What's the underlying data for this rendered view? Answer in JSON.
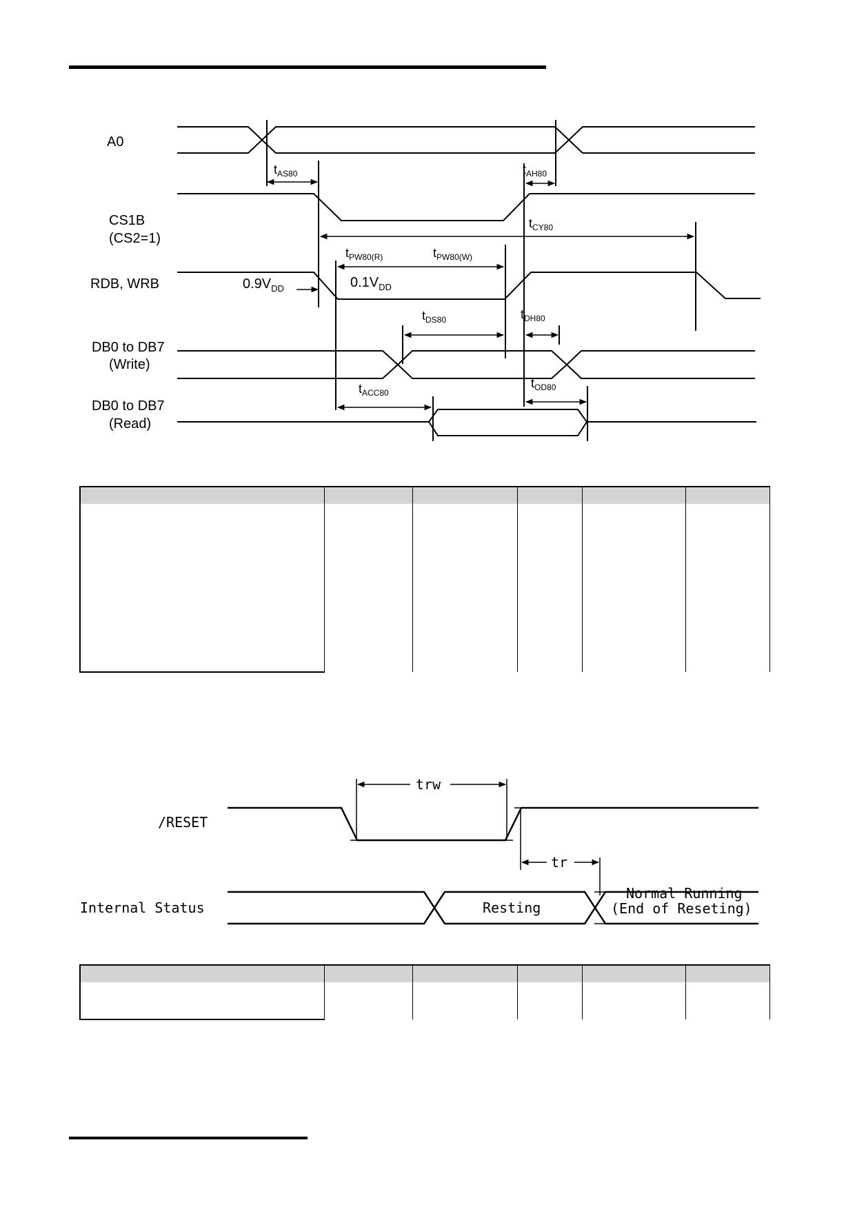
{
  "timing_80": {
    "signals": {
      "a0": "A0",
      "cs1b": "CS1B",
      "cs2": "(CS2=1)",
      "rdb_wrb": "RDB, WRB",
      "db_write_1": "DB0 to DB7",
      "db_write_2": "(Write)",
      "db_read_1": "DB0 to DB7",
      "db_read_2": "(Read)"
    },
    "labels": {
      "tas80": {
        "main": "t",
        "sub": "AS80"
      },
      "tah80": {
        "main": "t",
        "sub": "AH80"
      },
      "tcy80": {
        "main": "t",
        "sub": "CY80"
      },
      "tpw80r": {
        "main": "t",
        "sub": "PW80(R)"
      },
      "tpw80w": {
        "main": "t",
        "sub": "PW80(W)"
      },
      "v09": {
        "main": "0.9V",
        "sub": "DD"
      },
      "v01": {
        "main": "0.1V",
        "sub": "DD"
      },
      "tds80": {
        "main": "t",
        "sub": "DS80"
      },
      "tdh80": {
        "main": "t",
        "sub": "DH80"
      },
      "tacc80": {
        "main": "t",
        "sub": "ACC80"
      },
      "tod80": {
        "main": "t",
        "sub": "OD80"
      }
    }
  },
  "table_1": {
    "columns": [
      "",
      "",
      "",
      "",
      "",
      ""
    ],
    "rows": [
      [
        "",
        "",
        "",
        "",
        "",
        ""
      ]
    ]
  },
  "reset_timing": {
    "signals": {
      "reset": "/RESET",
      "internal_status": "Internal Status"
    },
    "labels": {
      "trw": "trw",
      "tr": "tr",
      "resting": "Resting",
      "normal_running": "Normal Running",
      "end_of_reseting": "(End of Reseting)"
    }
  },
  "table_2": {
    "columns": [
      "",
      "",
      "",
      "",
      "",
      ""
    ],
    "rows": [
      [
        "",
        "",
        "",
        "",
        "",
        ""
      ]
    ]
  }
}
